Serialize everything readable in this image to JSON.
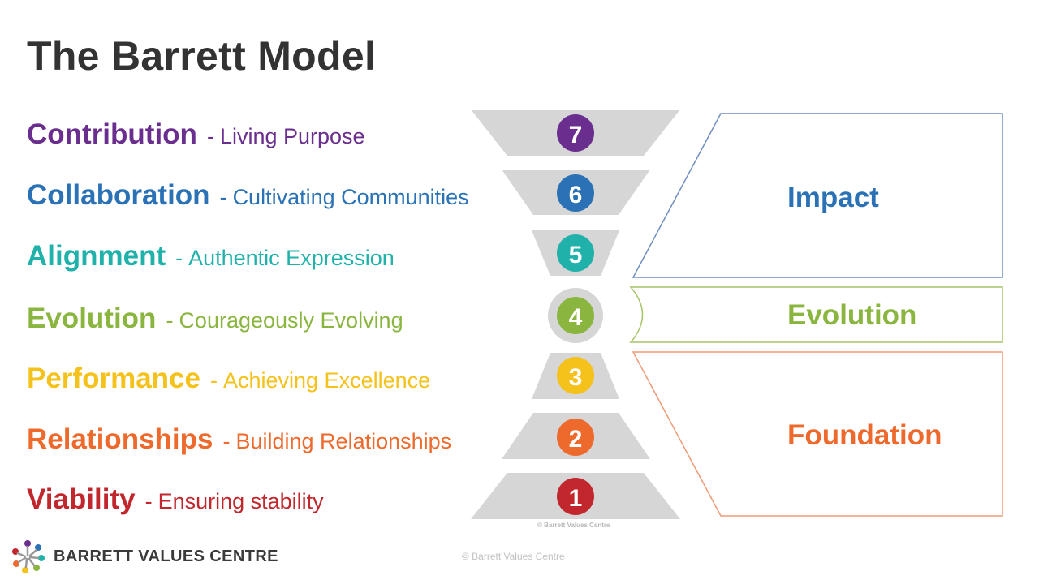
{
  "title": "The Barrett Model",
  "levels": [
    {
      "number": "7",
      "name": "Contribution",
      "desc": "Living Purpose",
      "color": "#6a2e8e"
    },
    {
      "number": "6",
      "name": "Collaboration",
      "desc": "Cultivating Communities",
      "color": "#2a72b5"
    },
    {
      "number": "5",
      "name": "Alignment",
      "desc": "Authentic Expression",
      "color": "#20b2aa"
    },
    {
      "number": "4",
      "name": "Evolution",
      "desc": "Courageously Evolving",
      "color": "#8ab63f"
    },
    {
      "number": "3",
      "name": "Performance",
      "desc": "Achieving Excellence",
      "color": "#f5c11b"
    },
    {
      "number": "2",
      "name": "Relationships",
      "desc": "Building Relationships",
      "color": "#ee6a2c"
    },
    {
      "number": "1",
      "name": "Viability",
      "desc": "Ensuring stability",
      "color": "#c1272d"
    }
  ],
  "separator": "-",
  "groups": {
    "impact": {
      "label": "Impact",
      "color": "#2a72b5",
      "border": "#6f8fc0"
    },
    "evolution": {
      "label": "Evolution",
      "color": "#8ab63f",
      "border": "#a6c46a"
    },
    "foundation": {
      "label": "Foundation",
      "color": "#ee6a2c",
      "border": "#ee9a76"
    }
  },
  "diagram_copyright": "© Barrett Values Centre",
  "footer_copyright": "© Barrett Values Centre",
  "brand": "BARRETT VALUES CENTRE"
}
